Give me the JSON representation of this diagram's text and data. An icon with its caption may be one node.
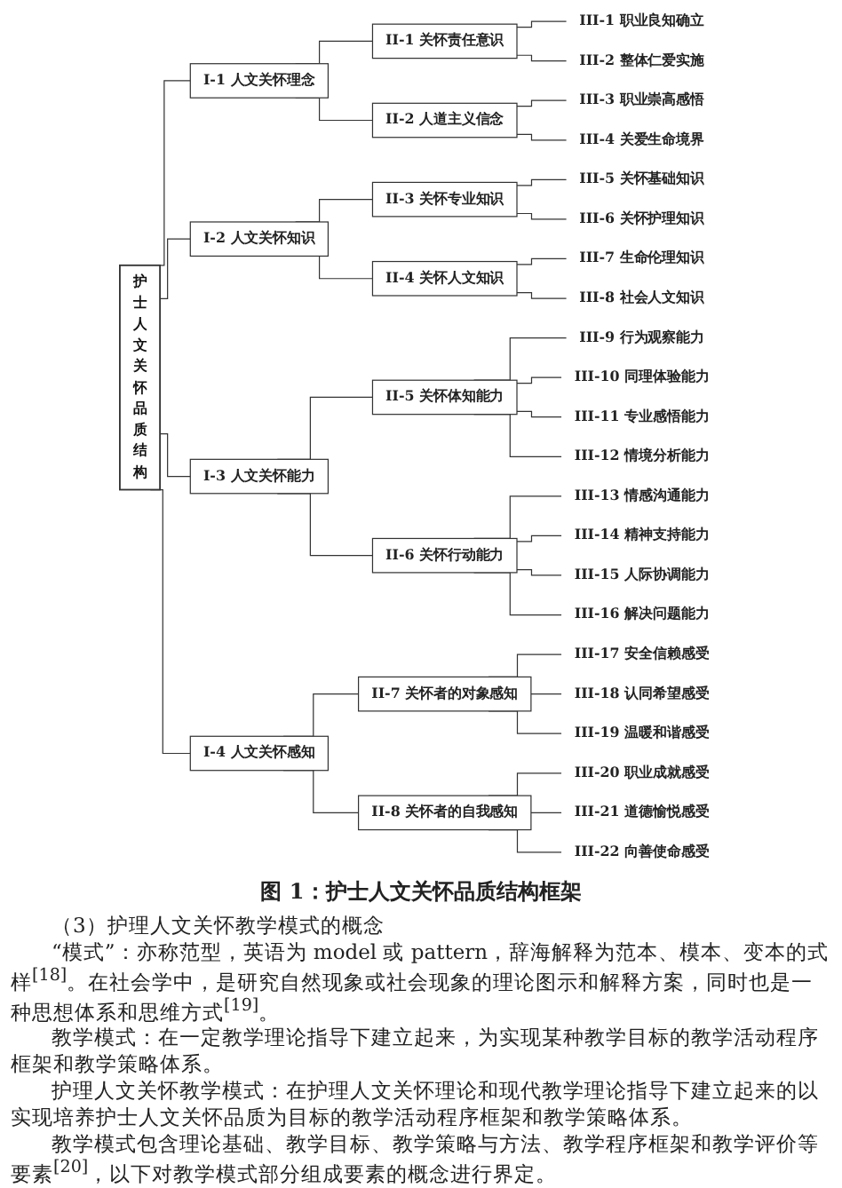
{
  "diagram": {
    "caption": "图 1：护士人文关怀品质结构框架",
    "nodes": [
      {
        "text": [
          "护士人文关怀品质结构"
        ]
      },
      {
        "text": [
          "I-1 人文关怀理念"
        ]
      },
      {
        "text": [
          "II-1 关怀责任意识"
        ]
      },
      {
        "text": [
          "III-1 职业良知确立"
        ]
      },
      {
        "text": [
          "III-2 整体仁爱实施"
        ]
      },
      {
        "text": [
          "II-2 人道主义信念"
        ]
      },
      {
        "text": [
          "III-3 职业崇高感悟"
        ]
      },
      {
        "text": [
          "III-4 关爱生命境界"
        ]
      },
      {
        "text": [
          "I-2 人文关怀知识"
        ]
      },
      {
        "text": [
          "II-3 关怀专业知识"
        ]
      },
      {
        "text": [
          "III-5 关怀基础知识"
        ]
      },
      {
        "text": [
          "III-6 关怀护理知识"
        ]
      },
      {
        "text": [
          "II-4 关怀人文知识"
        ]
      },
      {
        "text": [
          "III-7 生命伦理知识"
        ]
      },
      {
        "text": [
          "III-8 社会人文知识"
        ]
      },
      {
        "text": [
          "I-3 人文关怀能力"
        ]
      },
      {
        "text": [
          "II-5 关怀体知能力"
        ]
      },
      {
        "text": [
          "III-9 行为观察能力"
        ]
      },
      {
        "text": [
          "III-10 同理体验能力"
        ]
      },
      {
        "text": [
          "III-11 专业感悟能力"
        ]
      },
      {
        "text": [
          "III-12 情境分析能力"
        ]
      },
      {
        "text": [
          "II-6 关怀行动能力"
        ]
      },
      {
        "text": [
          "III-13 情感沟通能力"
        ]
      },
      {
        "text": [
          "III-14 精神支持能力"
        ]
      },
      {
        "text": [
          "III-15 人际协调能力"
        ]
      },
      {
        "text": [
          "III-16 解决问题能力"
        ]
      },
      {
        "text": [
          "I-4 人文关怀感知"
        ]
      },
      {
        "text": [
          "II-7 关怀者的对象感知"
        ]
      },
      {
        "text": [
          "III-17 安全信赖感受"
        ]
      },
      {
        "text": [
          "III-18 认同希望感受"
        ]
      },
      {
        "text": [
          "III-19 温暖和谐感受"
        ]
      },
      {
        "text": [
          "II-8 关怀者的自我感知"
        ]
      },
      {
        "text": [
          "III-20 职业成就感受"
        ]
      },
      {
        "text": [
          "III-21 道德愉悦感受"
        ]
      },
      {
        "text": [
          "III-22 向善使命感受"
        ]
      }
    ],
    "edges": [
      {
        "from": 0,
        "to": 1,
        "arrow": "none"
      },
      {
        "from": 1,
        "to": 2,
        "arrow": "none"
      },
      {
        "from": 2,
        "to": 3,
        "arrow": "none"
      },
      {
        "from": 2,
        "to": 4,
        "arrow": "none"
      },
      {
        "from": 1,
        "to": 5,
        "arrow": "none"
      },
      {
        "from": 5,
        "to": 6,
        "arrow": "none"
      },
      {
        "from": 5,
        "to": 7,
        "arrow": "none"
      },
      {
        "from": 0,
        "to": 8,
        "arrow": "none"
      },
      {
        "from": 8,
        "to": 9,
        "arrow": "none"
      },
      {
        "from": 9,
        "to": 10,
        "arrow": "none"
      },
      {
        "from": 9,
        "to": 11,
        "arrow": "none"
      },
      {
        "from": 8,
        "to": 12,
        "arrow": "none"
      },
      {
        "from": 12,
        "to": 13,
        "arrow": "none"
      },
      {
        "from": 12,
        "to": 14,
        "arrow": "none"
      },
      {
        "from": 0,
        "to": 15,
        "arrow": "none"
      },
      {
        "from": 15,
        "to": 16,
        "arrow": "none"
      },
      {
        "from": 16,
        "to": 17,
        "arrow": "none"
      },
      {
        "from": 16,
        "to": 18,
        "arrow": "none"
      },
      {
        "from": 16,
        "to": 19,
        "arrow": "none"
      },
      {
        "from": 16,
        "to": 20,
        "arrow": "none"
      },
      {
        "from": 15,
        "to": 21,
        "arrow": "none"
      },
      {
        "from": 21,
        "to": 22,
        "arrow": "none"
      },
      {
        "from": 21,
        "to": 23,
        "arrow": "none"
      },
      {
        "from": 21,
        "to": 24,
        "arrow": "none"
      },
      {
        "from": 21,
        "to": 25,
        "arrow": "none"
      },
      {
        "from": 0,
        "to": 26,
        "arrow": "none"
      },
      {
        "from": 26,
        "to": 27,
        "arrow": "none"
      },
      {
        "from": 27,
        "to": 28,
        "arrow": "none"
      },
      {
        "from": 27,
        "to": 29,
        "arrow": "none"
      },
      {
        "from": 27,
        "to": 30,
        "arrow": "none"
      },
      {
        "from": 26,
        "to": 31,
        "arrow": "none"
      },
      {
        "from": 31,
        "to": 32,
        "arrow": "none"
      },
      {
        "from": 31,
        "to": 33,
        "arrow": "none"
      },
      {
        "from": 31,
        "to": 34,
        "arrow": "none"
      }
    ],
    "labels": [
      "（3）护理人文关怀教学模式的概念",
      "“模式”：亦称范型，英语为 model 或 pattern，辞海解释为范本、模本、变本的式样$^{[18]}$。在社会学中，是研究自然现象或社会现象的理论图示和解释方案，同时也是一种思想体系和思维方式$^{[19]}$。",
      "教学模式：在一定教学理论指导下建立起来，为实现某种教学目标的教学活动程序框架和教学策略体系。",
      "护理人文关怀教学模式：在护理人文关怀理论和现代教学理论指导下建立起来的以实现培养护士人文关怀品质为目标的教学活动程序框架和教学策略体系。",
      "教学模式包含理论基础、教学目标、教学策略与方法、教学程序框架和教学评价等要素$^{[20]}$，以下对教学模式部分组成要素的概念进行界定。"
    ]
  }
}
